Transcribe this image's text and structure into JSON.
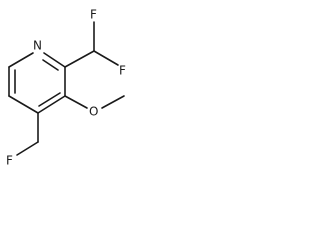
{
  "molecule": {
    "atoms": {
      "ring_n": "N",
      "f_upper_left": "F",
      "f_upper_right": "F",
      "o_methoxy": "O",
      "f_lower": "F"
    }
  }
}
